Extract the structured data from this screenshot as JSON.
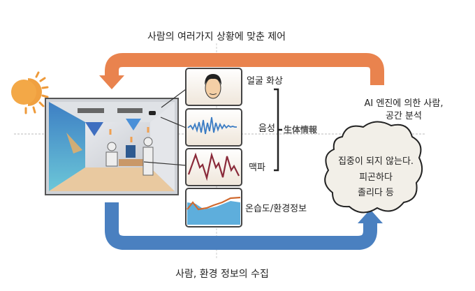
{
  "top_label": "사람의 여러가지 상황에 맞춘 제어",
  "bottom_label": "사람, 환경 정보의 수집",
  "ai_label": [
    "AI 엔진에 의한 사람,",
    "공간 분석"
  ],
  "sensors": [
    {
      "label": "얼굴 화상",
      "icon": "face-icon"
    },
    {
      "label": "음성",
      "icon": "waveform-icon"
    },
    {
      "label": "맥파",
      "icon": "pulse-wave-icon"
    },
    {
      "label": "온습도/환경정보",
      "icon": "environment-chart-icon"
    }
  ],
  "bio_group_label": "生体情報",
  "cloud_lines": [
    "집중이 되지 않는다.",
    "피곤하다",
    "졸리다 등"
  ],
  "colors": {
    "control_arrow": "#e9834e",
    "collect_arrow": "#4a80c0",
    "sun": "#f0a040"
  }
}
